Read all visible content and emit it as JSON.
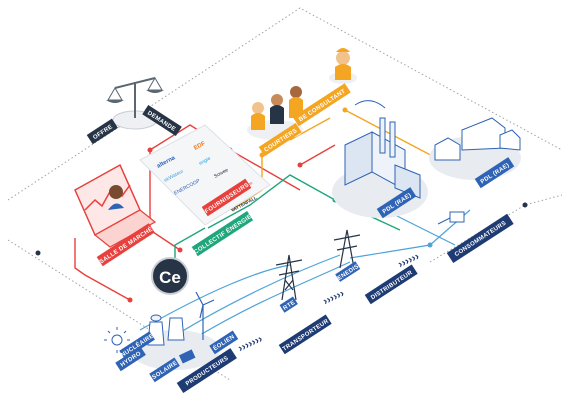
{
  "labels": {
    "offre": "OFFRE",
    "demande": "DEMANDE",
    "salle_de_marche": "SALLE DE MARCHÉ",
    "fournisseurs": "FOURNISSEURS",
    "collectif_energie": "COLLECTIF ÉNERGIE",
    "courtiers": "COURTIERS",
    "be_consultant": "BE CONSULTANT",
    "pdl_rae_1": "PDL (RAE)",
    "pdl_rae_2": "PDL (RAE)",
    "consommateurs": "CONSOMMATEURS",
    "producteurs": "PRODUCTEURS",
    "transporteur": "TRANSPORTEUR",
    "distributeur": "DISTRIBUTEUR",
    "rte": "RTE",
    "enedis": "ENEDIS",
    "nucleaire": "NUCLÉAIRE",
    "solaire": "SOLAIRE",
    "eolien": "ÉOLIEN",
    "hydro": "HYDRO"
  },
  "supplier_logos": [
    "alterna",
    "EDF",
    "ekWateur",
    "engie",
    "ENERCOOP",
    "Sowee",
    "Total Direct Energie",
    "VATTENFALL"
  ],
  "logo_mark": "Ce",
  "colors": {
    "red": "#e8403c",
    "green": "#1fa67a",
    "orange": "#f4a623",
    "navy": "#1f3b73",
    "blue": "#2f63b5",
    "line_blue": "#4ea3d8"
  }
}
